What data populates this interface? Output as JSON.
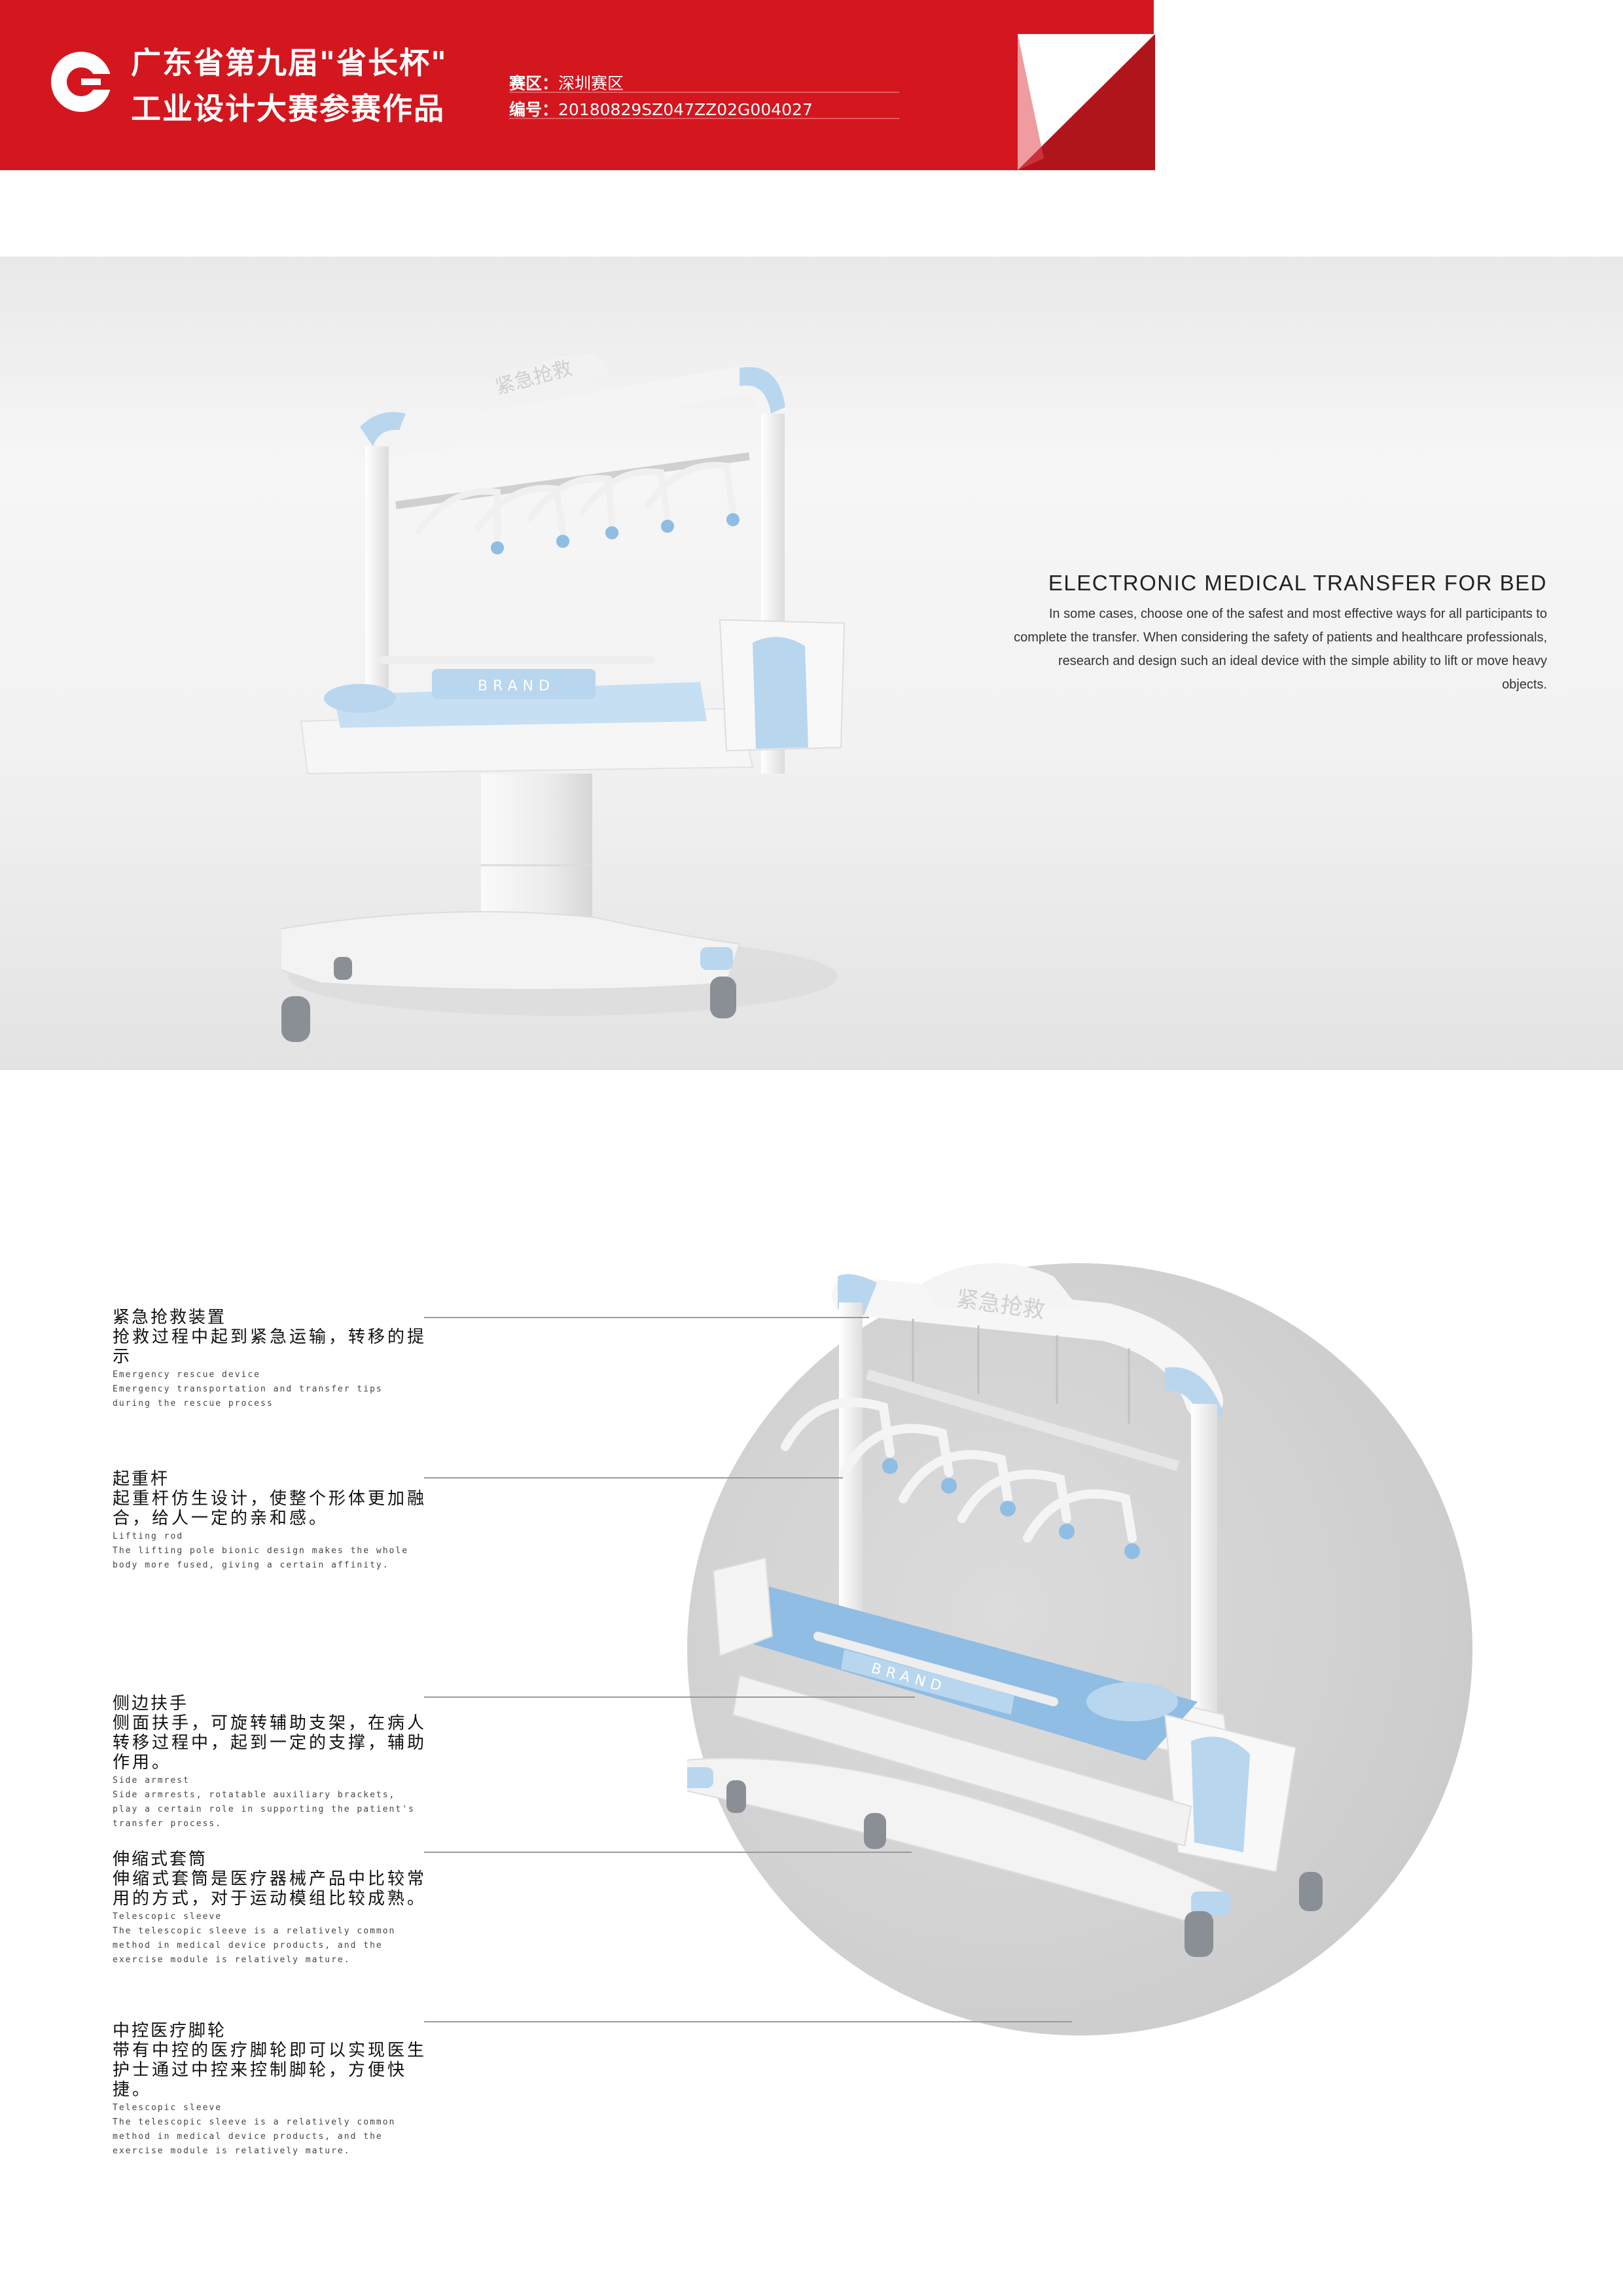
{
  "header": {
    "title_line1": "广东省第九届\"省长杯\"",
    "title_line2": "工业设计大赛参赛作品",
    "region_label": "赛区：",
    "region_value": "深圳赛区",
    "number_label": "编号：",
    "number_value": "20180829SZ047ZZ02G004027",
    "colors": {
      "banner": "#d4161e",
      "fold": "#b0151c"
    }
  },
  "hero": {
    "heading": "ELECTRONIC MEDICAL TRANSFER FOR BED",
    "body": "In some cases, choose one of the safest and most effective ways for all participants to complete the transfer. When considering the safety of patients and healthcare professionals, research and design such an ideal device with the simple ability to lift or move heavy objects.",
    "product_top_label": "紧急抢救",
    "product_side_label": "BRAND"
  },
  "annotations": [
    {
      "title": "紧急抢救装置",
      "cn": "抢救过程中起到紧急运输，转移的提示",
      "en_title": "Emergency rescue device",
      "en": "Emergency transportation and transfer tips during the rescue process"
    },
    {
      "title": "起重杆",
      "cn": "起重杆仿生设计，使整个形体更加融合，给人一定的亲和感。",
      "en_title": "Lifting rod",
      "en": "The lifting pole bionic design makes the whole body more fused, giving a certain affinity."
    },
    {
      "title": "侧边扶手",
      "cn": "侧面扶手，可旋转辅助支架，在病人转移过程中，起到一定的支撑，辅助作用。",
      "en_title": "Side armrest",
      "en": "Side armrests, rotatable auxiliary brackets, play a certain role in supporting the patient's transfer process."
    },
    {
      "title": "伸缩式套筒",
      "cn": "伸缩式套筒是医疗器械产品中比较常用的方式，对于运动模组比较成熟。",
      "en_title": "Telescopic sleeve",
      "en": "The telescopic sleeve is a relatively common method in medical device products, and the exercise module is relatively mature."
    },
    {
      "title": "中控医疗脚轮",
      "cn": "带有中控的医疗脚轮即可以实现医生护士通过中控来控制脚轮，方便快捷。",
      "en_title": "Telescopic sleeve",
      "en": "The telescopic sleeve is a relatively common method in medical device products, and the exercise module is relatively mature."
    }
  ],
  "colors": {
    "accent_blue": "#b9d6ef",
    "mattress_blue": "#8fbde3",
    "body_white": "#f7f7f7"
  }
}
